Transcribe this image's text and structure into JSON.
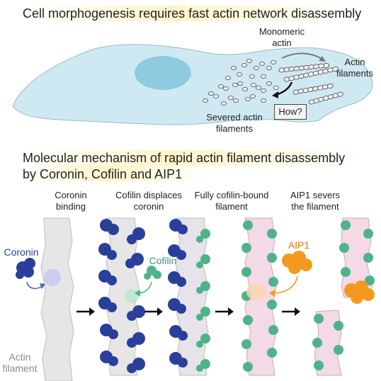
{
  "top_panel": {
    "title": "Cell morphogenesis requires fast actin network disassembly",
    "labels": {
      "monomeric": "Monomeric\nactin",
      "actin_filaments": "Actin\nfilaments",
      "severed": "Severed actin\nfilaments",
      "how": "How?"
    }
  },
  "bottom_panel": {
    "title_line1": "Molecular mechanism of rapid actin filament disassembly",
    "title_line2": "by Coronin, Cofilin and AIP1",
    "steps": [
      "Coronin\nbinding",
      "Cofilin displaces\ncoronin",
      "Fully cofilin-bound\nfilament",
      "AIP1 severs\nthe filament"
    ],
    "labels": {
      "coronin": "Coronin",
      "cofilin": "Cofilin",
      "aip1": "AIP1",
      "actin_filament": "Actin\nfilament"
    }
  },
  "colors": {
    "cell": "#cfe9f2",
    "nucleus": "#8ecbe0",
    "coronin": "#2a3f9a",
    "cofilin": "#4fb389",
    "aip1": "#f39a1e",
    "actin": "#e6e6e6",
    "cofilin_actin": "#f4d9e6",
    "highlight": "#fff4c8"
  }
}
